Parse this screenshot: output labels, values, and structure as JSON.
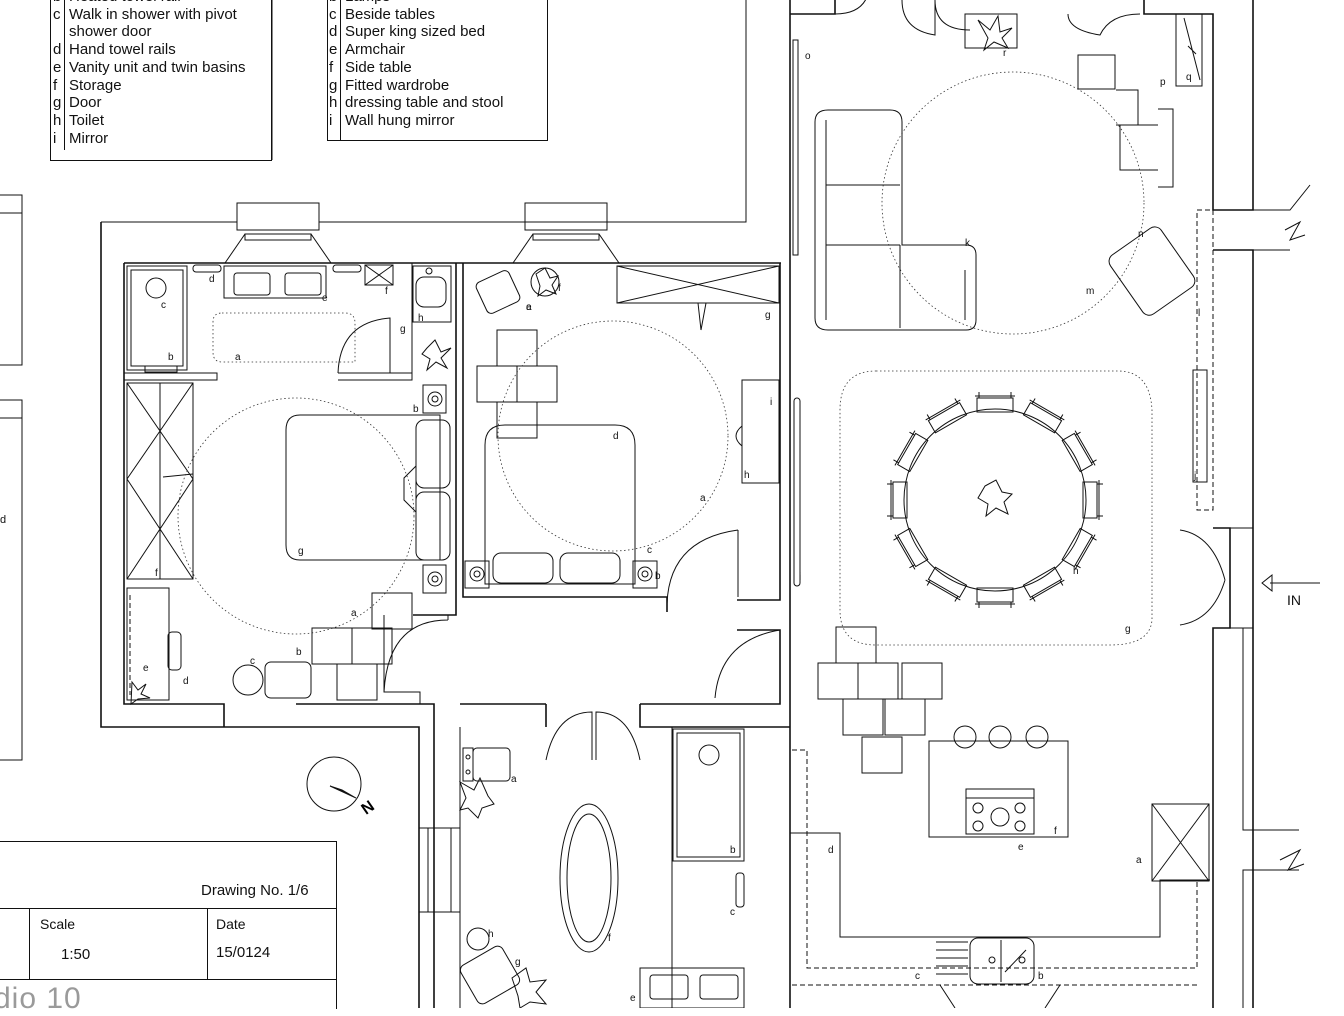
{
  "bathroom_key": [
    {
      "letter": "b",
      "text": "Heated towel rail"
    },
    {
      "letter": "c",
      "text": "Walk in shower with pivot"
    },
    {
      "letter": "",
      "text": "shower door"
    },
    {
      "letter": "d",
      "text": "Hand towel rails"
    },
    {
      "letter": "e",
      "text": "Vanity unit and twin basins"
    },
    {
      "letter": "f",
      "text": "Storage"
    },
    {
      "letter": "g",
      "text": "Door"
    },
    {
      "letter": "h",
      "text": "Toilet"
    },
    {
      "letter": "i",
      "text": "Mirror"
    }
  ],
  "bedroom_key": [
    {
      "letter": "b",
      "text": "Lamps"
    },
    {
      "letter": "c",
      "text": "Beside tables"
    },
    {
      "letter": "d",
      "text": "Super king sized bed"
    },
    {
      "letter": "e",
      "text": "Armchair"
    },
    {
      "letter": "f",
      "text": "Side table"
    },
    {
      "letter": "g",
      "text": "Fitted wardrobe"
    },
    {
      "letter": "h",
      "text": "dressing table and stool"
    },
    {
      "letter": "i",
      "text": "Wall hung mirror"
    }
  ],
  "title_block": {
    "drawing_no": "Drawing No. 1/6",
    "scale_label": "Scale",
    "scale_value": "1:50",
    "date_label": "Date",
    "date_value": "15/0124",
    "studio": "dio 10"
  },
  "entrance_label": "IN",
  "north_label": "N",
  "left_edge_label": "d",
  "plan_labels": {
    "ens_a": "a",
    "ens_b": "b",
    "ens_c": "c",
    "ens_d": "d",
    "ens_e": "e",
    "ens_f": "f",
    "ens_g": "g",
    "ens_h": "h",
    "mb_a": "a",
    "mb_b": "b",
    "mb_c": "c",
    "mb_d": "d",
    "mb_e": "e",
    "mb_f": "f",
    "mb_g": "g",
    "hall_a": "a",
    "hall_b": "b",
    "hall_c": "c",
    "hall_d": "d",
    "b2_a": "a",
    "b2_b": "b",
    "b2_c": "c",
    "b2_d": "d",
    "b2_e": "e",
    "b2_f": "f",
    "b2_g": "g",
    "b2_h": "h",
    "b2_i": "i",
    "lv_o": "o",
    "lv_p": "p",
    "lv_q": "q",
    "lv_r": "r",
    "lv_k": "k",
    "lv_n": "n",
    "lv_m": "m",
    "lv_l": "l",
    "lv_j": "j",
    "lv_i": "i",
    "lv_h": "h",
    "lv_g": "g",
    "bt_a": "a",
    "bt_b": "b",
    "bt_c": "c",
    "bt_e": "e",
    "bt_f": "f",
    "bt_g": "g",
    "bt_h": "h",
    "kt_a": "a",
    "kt_b": "b",
    "kt_c": "c",
    "kt_d": "d",
    "kt_e": "e",
    "kt_f": "f"
  }
}
